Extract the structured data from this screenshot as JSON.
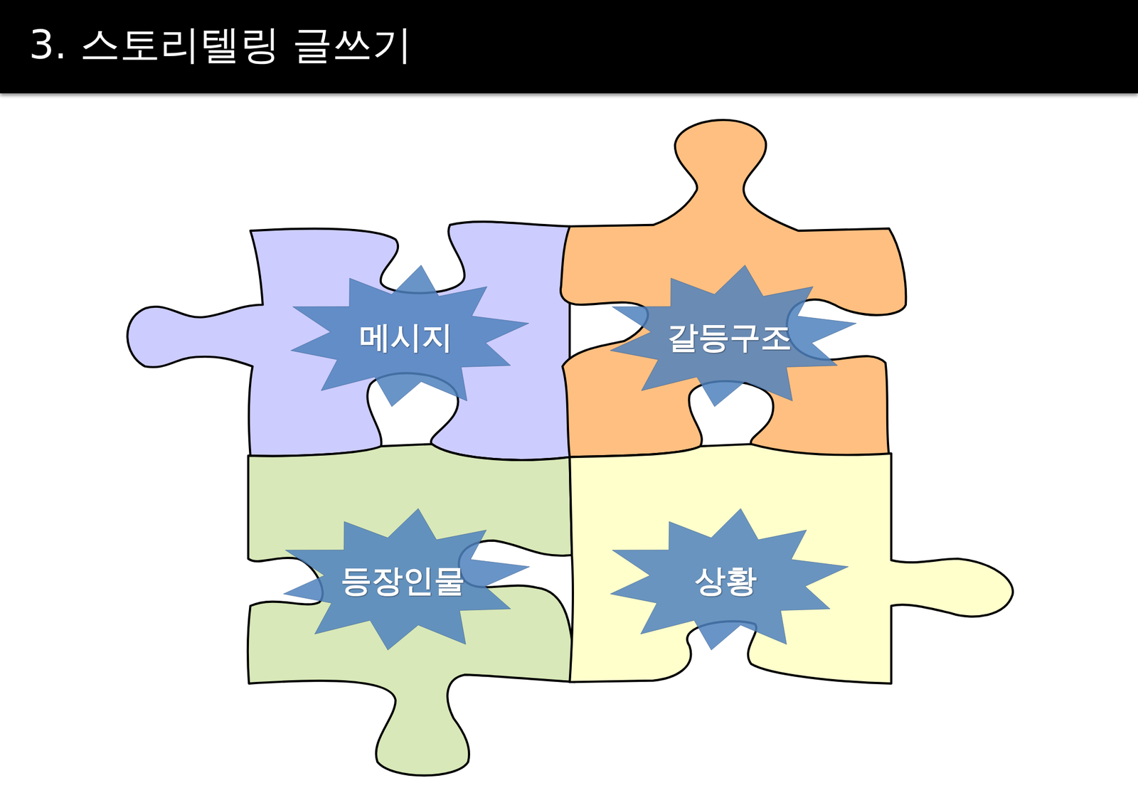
{
  "diagram": {
    "title": "3. 스토리텔링 글쓰기",
    "nodes": [
      {
        "text": [
          "메시지"
        ]
      },
      {
        "text": [
          "갈등구조"
        ]
      },
      {
        "text": [
          "등장인물"
        ]
      },
      {
        "text": [
          "상황"
        ]
      }
    ]
  }
}
